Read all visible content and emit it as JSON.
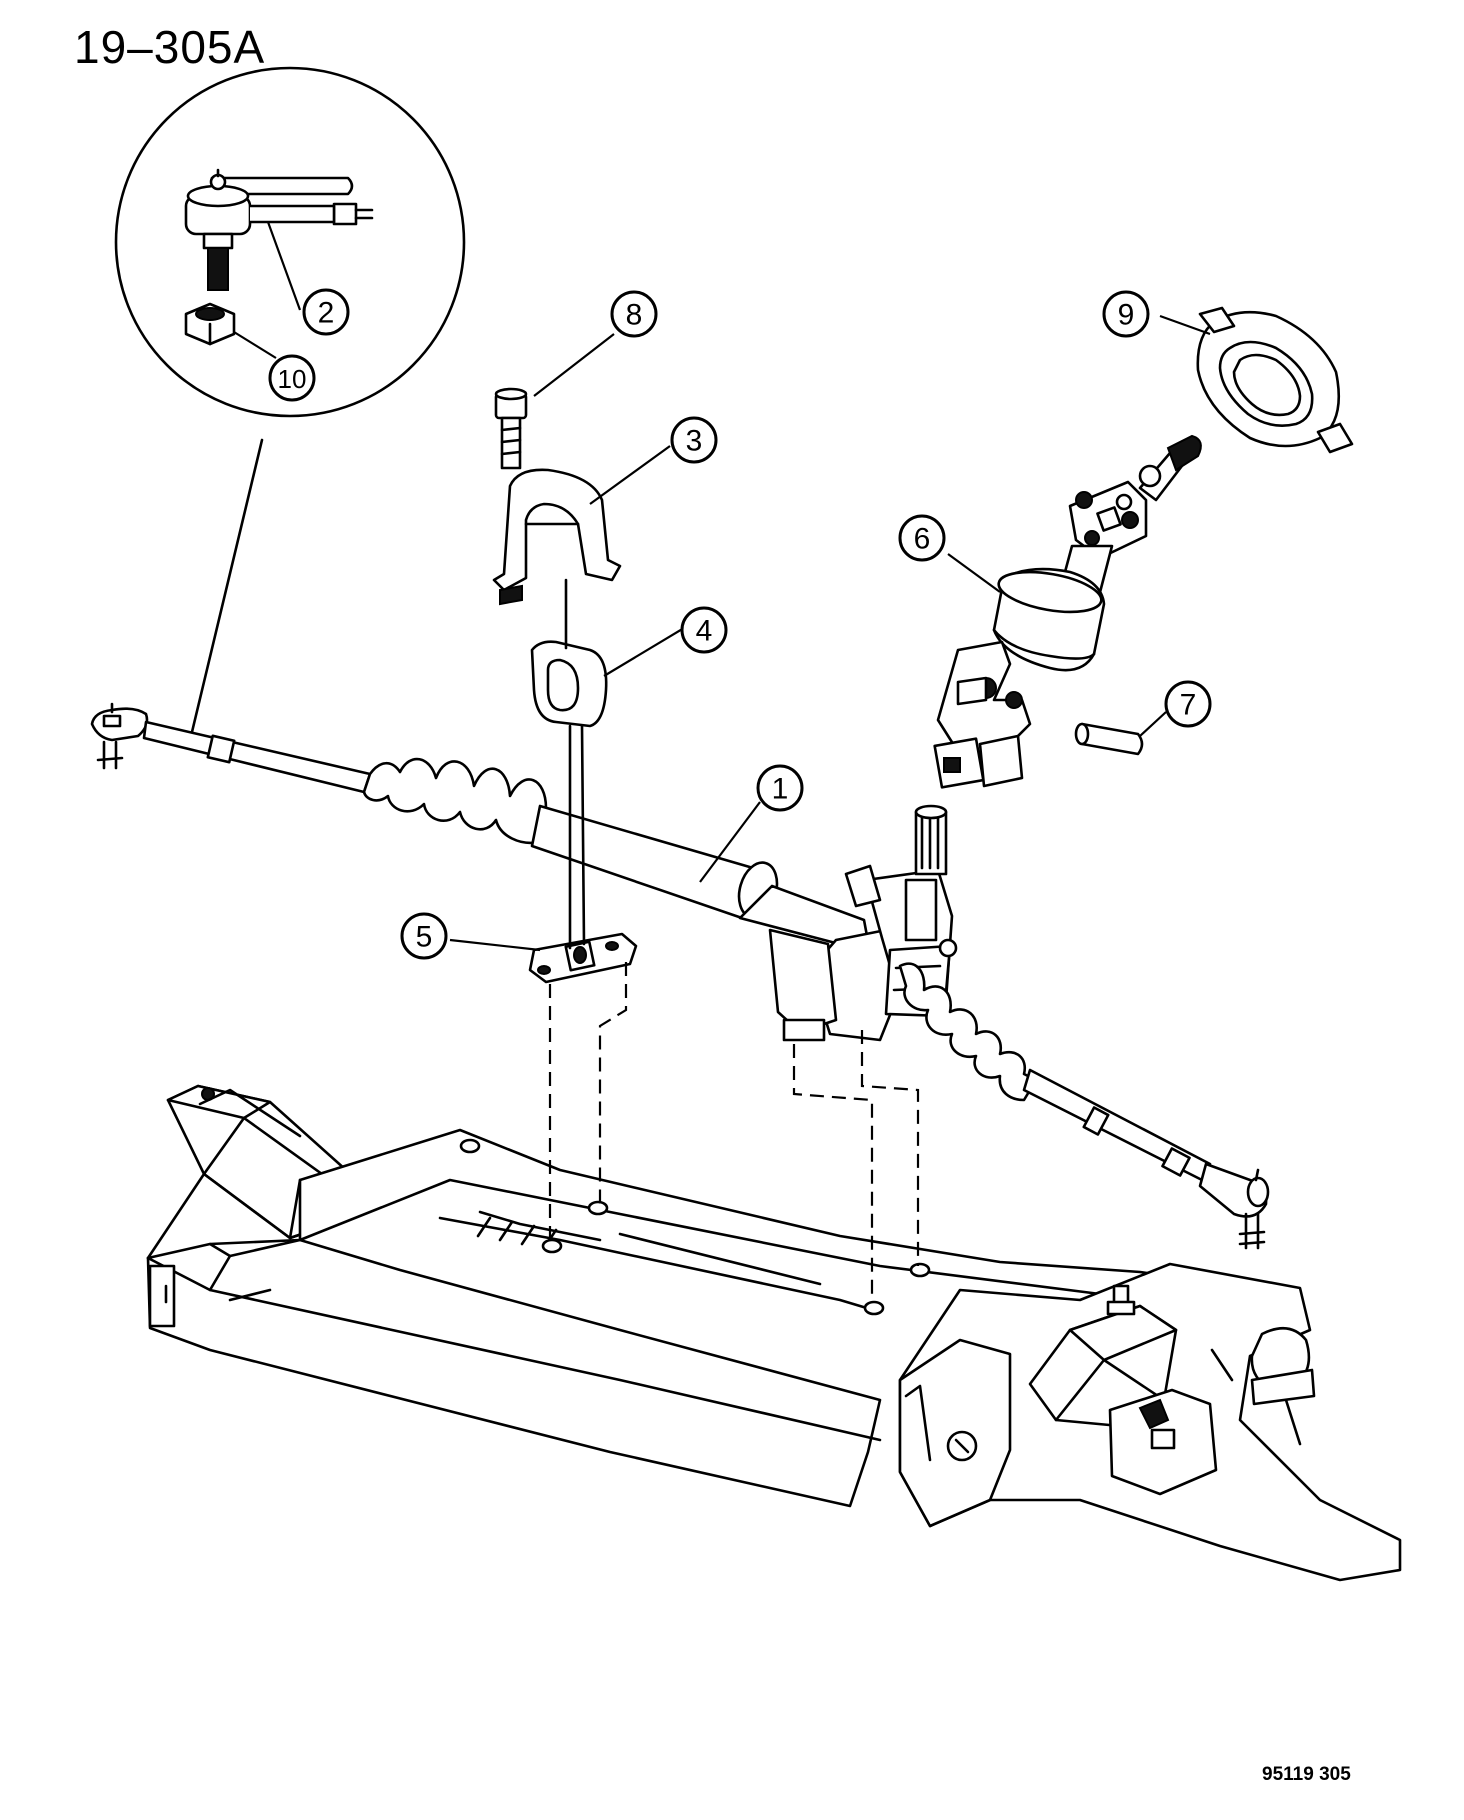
{
  "diagram_title": "19–305A",
  "reference_code": "95119 305",
  "callouts": [
    {
      "id": "callout-1",
      "label": "1"
    },
    {
      "id": "callout-2",
      "label": "2"
    },
    {
      "id": "callout-3",
      "label": "3"
    },
    {
      "id": "callout-4",
      "label": "4"
    },
    {
      "id": "callout-5",
      "label": "5"
    },
    {
      "id": "callout-6",
      "label": "6"
    },
    {
      "id": "callout-7",
      "label": "7"
    },
    {
      "id": "callout-8",
      "label": "8"
    },
    {
      "id": "callout-9",
      "label": "9"
    },
    {
      "id": "callout-10",
      "label": "10"
    }
  ]
}
